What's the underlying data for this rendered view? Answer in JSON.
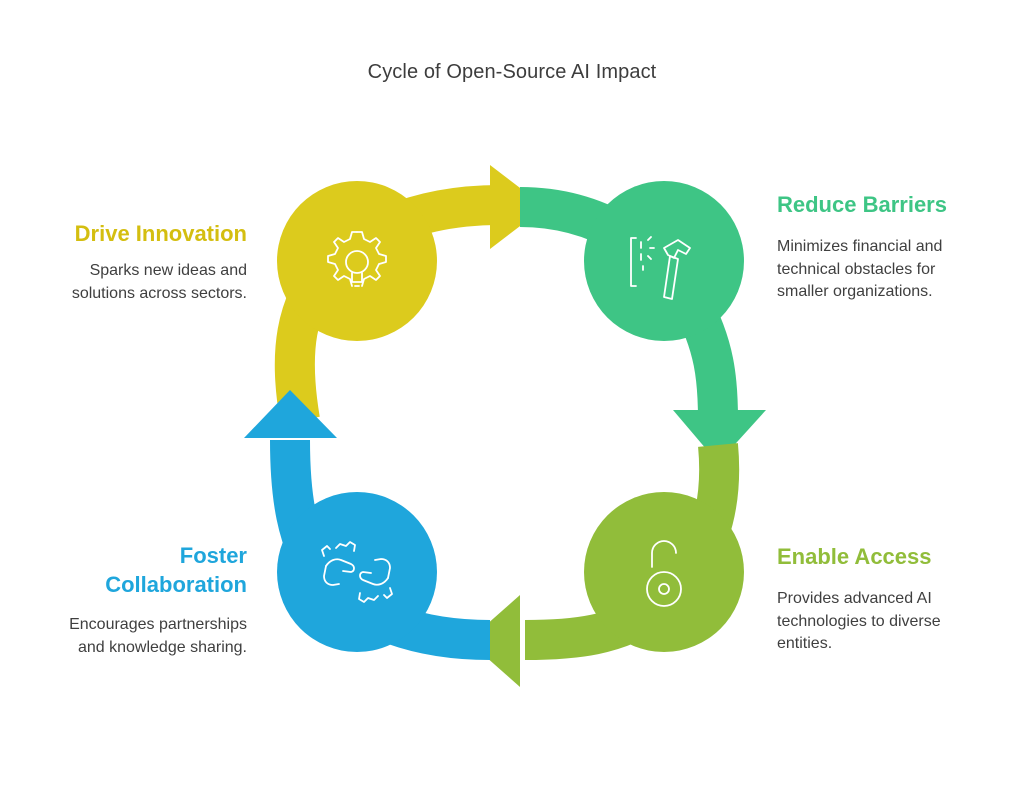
{
  "title": "Cycle of Open-Source AI Impact",
  "colors": {
    "yellow": "#dccb1d",
    "green": "#3ec585",
    "olive": "#91bd3a",
    "blue": "#1fa6dc",
    "icon_stroke": "#ffffff"
  },
  "steps": [
    {
      "id": "drive-innovation",
      "heading": "Drive Innovation",
      "lines": [
        "Sparks new ideas and",
        "solutions across sectors."
      ],
      "color": "#dccb1d",
      "icon": "gear-lightbulb-icon"
    },
    {
      "id": "reduce-barriers",
      "heading": "Reduce Barriers",
      "lines": [
        "Minimizes financial and",
        "technical obstacles for",
        "smaller organizations."
      ],
      "color": "#3ec585",
      "icon": "hammer-wall-icon"
    },
    {
      "id": "enable-access",
      "heading": "Enable Access",
      "lines": [
        "Provides advanced AI",
        "technologies to diverse",
        "entities."
      ],
      "color": "#91bd3a",
      "icon": "unlocked-padlock-icon"
    },
    {
      "id": "foster-collaboration",
      "heading_lines": [
        "Foster",
        "Collaboration"
      ],
      "lines": [
        "Encourages partnerships",
        "and knowledge sharing."
      ],
      "color": "#1fa6dc",
      "icon": "handshake-gears-icon"
    }
  ]
}
